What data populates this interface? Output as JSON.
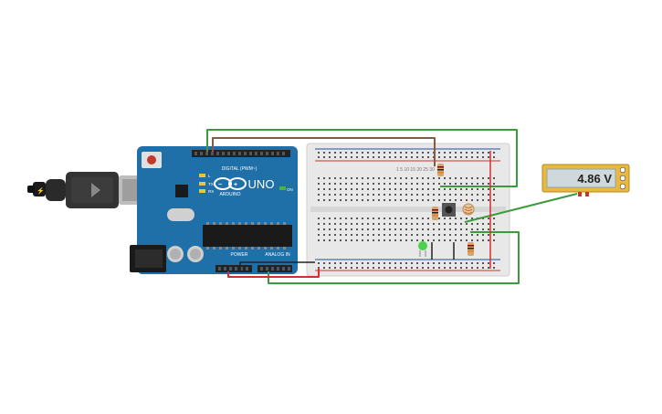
{
  "canvas": {
    "background": "#ffffff"
  },
  "arduino": {
    "brand": "UNO",
    "logo_text": "ARDUINO",
    "on_label": "ON",
    "digital_label": "DIGITAL (PWM~)",
    "power_label": "POWER",
    "analog_label": "ANALOG IN",
    "tx_label": "TX",
    "rx_label": "RX",
    "l_label": "L",
    "board_color": "#1f6fa9"
  },
  "multimeter": {
    "reading": "4.86 V",
    "body_color": "#e8b93c",
    "display_color": "#cfd8dc"
  },
  "breadboard": {
    "columns_top": "1  5  10  15  20  25  30",
    "rail_color_red": "#d32f2f",
    "rail_color_blue": "#1e4fa3"
  },
  "wires": {
    "green": "#3d9b3d",
    "brown": "#8a5a3c",
    "red": "#d32f2f",
    "black": "#222222"
  }
}
